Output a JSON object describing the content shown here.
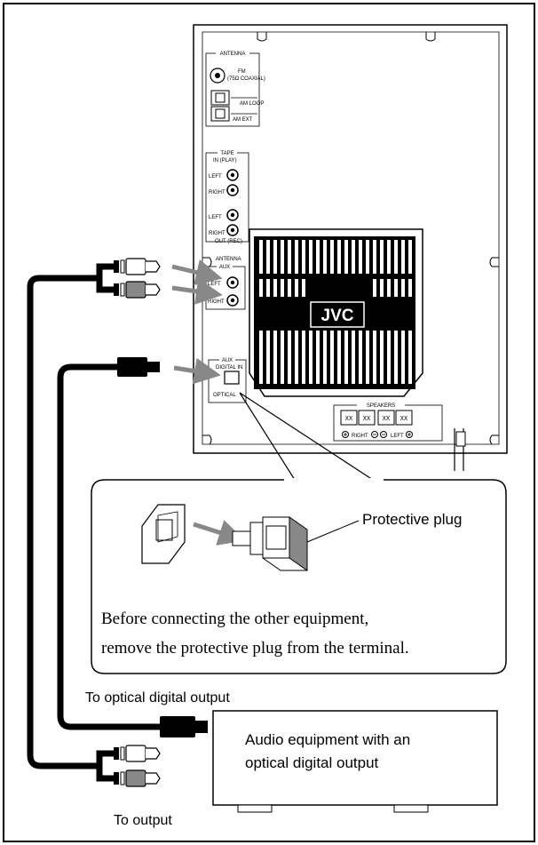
{
  "panel": {
    "brand": "JVC",
    "antenna_header": "ANTENNA",
    "fm_label": "FM",
    "fm_sublabel": "(75Ω COAXIAL)",
    "am_loop_label": "AM LOOP",
    "am_ext_label": "AM EXT",
    "tape_header": "TAPE",
    "tape_in_label": "IN (PLAY)",
    "tape_out_label": "OUT (REC)",
    "left_label": "LEFT",
    "right_label": "RIGHT",
    "aux_antenna_label": "ANTENNA",
    "aux_header": "AUX",
    "aux_digital_header": "AUX",
    "digital_in_label": "DIGITAL IN",
    "optical_label": "OPTICAL",
    "speakers_header": "SPEAKERS",
    "speakers_right": "RIGHT",
    "speakers_left": "LEFT"
  },
  "callout": {
    "protective_plug_label": "Protective plug",
    "note_line1": "Before connecting the other equipment,",
    "note_line2": "remove the protective plug from the terminal."
  },
  "labels": {
    "to_optical": "To optical digital output",
    "audio_equipment_line1": "Audio equipment with an",
    "audio_equipment_line2": "optical digital output",
    "to_output": "To output"
  }
}
